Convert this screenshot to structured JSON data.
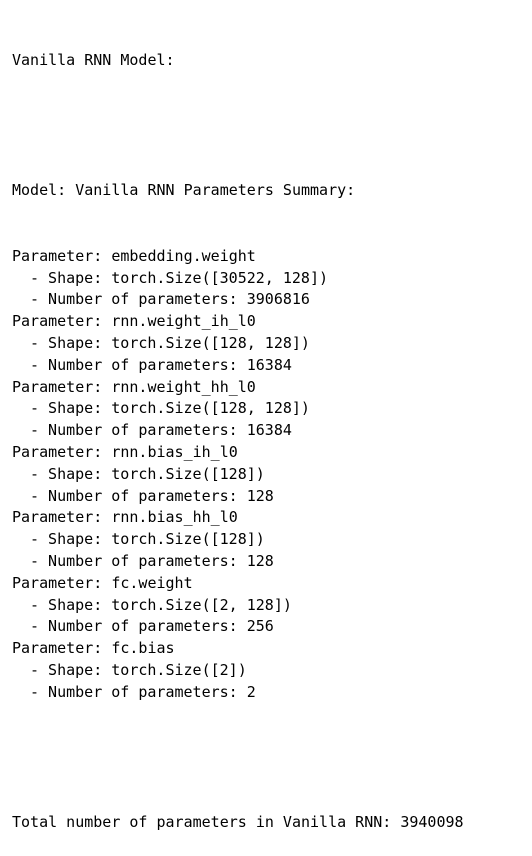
{
  "header": "Vanilla RNN Model:",
  "summary_title": "Model: Vanilla RNN Parameters Summary:",
  "parameter_prefix": "Parameter: ",
  "shape_prefix": "- Shape: ",
  "count_prefix": "- Number of parameters: ",
  "parameters": [
    {
      "name": "embedding.weight",
      "shape": "torch.Size([30522, 128])",
      "count": "3906816"
    },
    {
      "name": "rnn.weight_ih_l0",
      "shape": "torch.Size([128, 128])",
      "count": "16384"
    },
    {
      "name": "rnn.weight_hh_l0",
      "shape": "torch.Size([128, 128])",
      "count": "16384"
    },
    {
      "name": "rnn.bias_ih_l0",
      "shape": "torch.Size([128])",
      "count": "128"
    },
    {
      "name": "rnn.bias_hh_l0",
      "shape": "torch.Size([128])",
      "count": "128"
    },
    {
      "name": "fc.weight",
      "shape": "torch.Size([2, 128])",
      "count": "256"
    },
    {
      "name": "fc.bias",
      "shape": "torch.Size([2])",
      "count": "2"
    }
  ],
  "total_line": "Total number of parameters in Vanilla RNN: 3940098"
}
